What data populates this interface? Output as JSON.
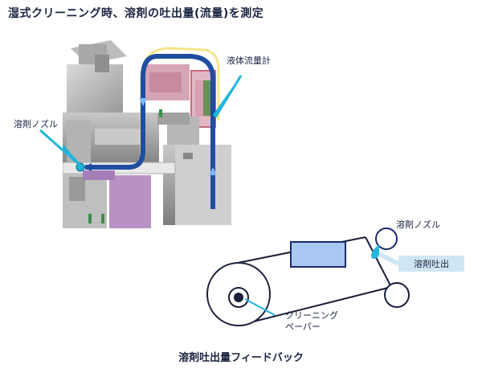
{
  "page_title": "湿式クリーニング時、溶剤の吐出量(流量)を測定",
  "photo": {
    "flowmeter_label": "液体流量計",
    "nozzle_label": "溶剤ノズル"
  },
  "schematic": {
    "nozzle_label": "溶剤ノズル",
    "discharge_label": "溶剤吐出",
    "paper_label_line1": "クリーニング",
    "paper_label_line2": "ペーパー"
  },
  "caption": "溶剤吐出量フィードバック",
  "colors": {
    "flow_arrow": "#1f4ea0",
    "pointer": "#1fb6d9",
    "box_fill": "#a9c8f2",
    "box_stroke": "#1a2a6c",
    "discharge_bg": "#cfe6f5"
  }
}
